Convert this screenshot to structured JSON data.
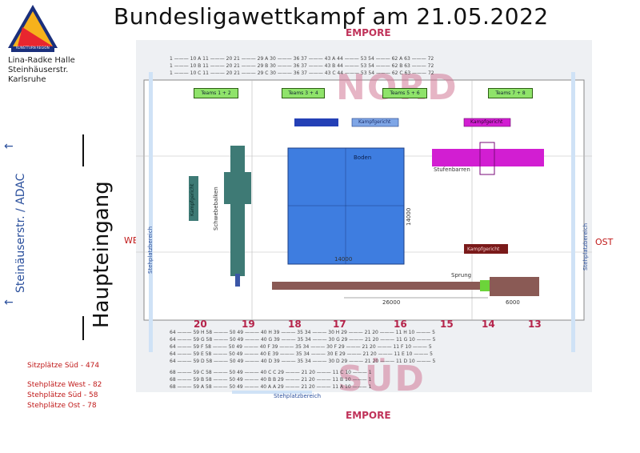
{
  "title": "Bundesligawettkampf am 21.05.2022",
  "logo": {
    "text": "KUNSTTURN REGION",
    "colors": [
      "#e8262f",
      "#f6b21c",
      "#1a2f7c"
    ]
  },
  "venue": {
    "line1": "Lina-Radke Halle",
    "line2": "Steinhäuserstr.",
    "line3": "Karlsruhe"
  },
  "sides": {
    "left_street": "Steinäuserstr. / ADAC",
    "main_entrance": "Haupteingang",
    "west": "WEST",
    "ost": "OST"
  },
  "plan": {
    "empore_top": "EMPORE",
    "empore_bottom": "EMPORE",
    "watermark_north": "NORD",
    "watermark_south": "SÜD",
    "teams": [
      "Teams 1 + 2",
      "Teams 3 + 4",
      "Teams 5 + 6",
      "Teams 7 + 8"
    ],
    "kampfgericht": "Kampfgericht",
    "apparatus": {
      "boden": "Boden",
      "stufenbarren": "Stufenbarren",
      "schwebebalken": "Schwebebalken",
      "sprung": "Sprung"
    },
    "dims": {
      "floor": "14000",
      "floor_side": "14000",
      "run": "26000",
      "landing": "6000"
    },
    "stehplatz": "Stehplatzbereich",
    "north_rows": [
      "1 ——— 10  A  11 ——— 20  21 ——— 29  A  30 ——— 36     37 ——— 43  A  44 ——— 53  54 ——— 62  A  63 ——— 72",
      "1 ——— 10  B  11 ——— 20  21 ——— 29  B  30 ——— 36     37 ——— 43  B  44 ——— 53  54 ——— 62  B  63 ——— 72",
      "1 ——— 10  C  11 ——— 20  21 ——— 29  C  30 ——— 36     37 ——— 43  C  44 ——— 53  54 ——— 62  C  63 ——— 72"
    ],
    "south_sections": [
      "20",
      "19",
      "18",
      "17",
      "16",
      "15",
      "14",
      "13"
    ],
    "south_rows": [
      "64 ——— 59  H  58 ——— 50  49 ——— 40  H  39 ——— 35      34 ——— 30  H  29 ——— 21  20 ——— 11  H  10 ——— 5",
      "64 ——— 59  G  58 ——— 50  49 ——— 40  G  39 ——— 35      34 ——— 30  G  29 ——— 21  20 ——— 11  G  10 ——— 5",
      "64 ——— 59  F  58 ——— 50  49 ——— 40  F  39 ——— 35      34 ——— 30  F  29 ——— 21  20 ——— 11  F  10 ——— 5",
      "64 ——— 59  E  58 ——— 50  49 ——— 40  E  39 ——— 35      34 ——— 30  E  29 ——— 21  20 ——— 11  E  10 ——— 5",
      "64 ——— 59  D  58 ——— 50  49 ——— 40  D  39 ——— 35      34 ——— 30  D  29 ——— 21  20 ——— 11  D  10 ——— 5"
    ],
    "south_rows_lower": [
      "68 ——— 59  C  58 ——— 50  49 ——— 40  C                                      C  29 ——— 21  20 ——— 11  C  10 ——— 1",
      "68 ——— 59  B  58 ——— 50  49 ——— 40  B                                      B  29 ——— 21  20 ——— 11  B  10 ——— 1",
      "68 ——— 59  A  58 ——— 50  49 ——— 40  A                                      A  29 ——— 21  20 ——— 11  A  10 ——— 1"
    ]
  },
  "stats": {
    "sitz_sued": "Sitzplätze Süd    - 474",
    "steh_west": "Stehplätze West - 82",
    "steh_sued": "Stehplätze Süd   - 58",
    "steh_ost": "Stehplätze Ost   - 78"
  }
}
